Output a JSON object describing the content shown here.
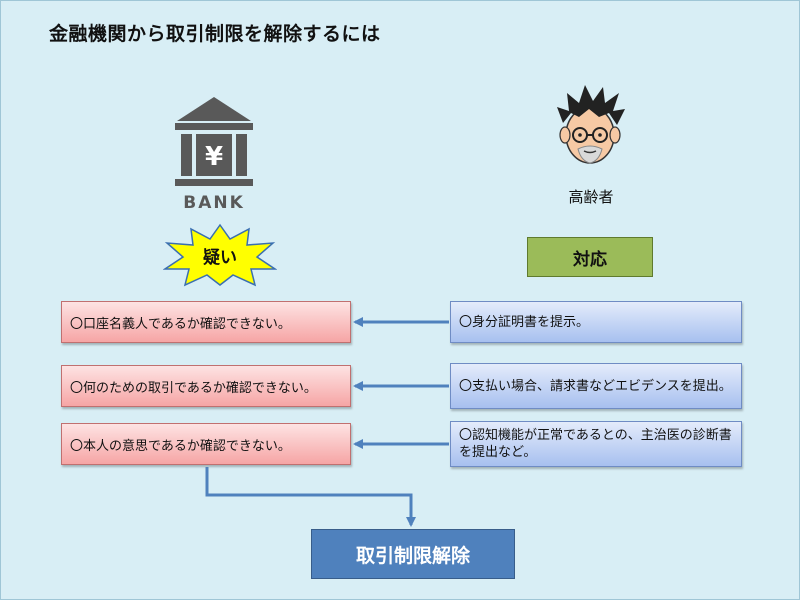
{
  "title": "金融機関から取引制限を解除するには",
  "bank": {
    "icon": "bank-icon",
    "label": "BANK",
    "symbol": "¥"
  },
  "elder": {
    "icon": "elderly-person-icon",
    "label": "高齢者"
  },
  "doubt_header": "疑い",
  "response_header": "対応",
  "doubts": [
    "〇口座名義人であるか確認できない。",
    "〇何のための取引であるか確認できない。",
    "〇本人の意思であるか確認できない。"
  ],
  "responses": [
    "〇身分証明書を提示。",
    "〇支払い場合、請求書などエビデンスを提出。",
    "〇認知機能が正常であるとの、主治医の診断書を提出など。"
  ],
  "result": "取引制限解除",
  "colors": {
    "background": "#d8eef5",
    "doubt_box": "#f6a5a5",
    "response_box": "#a7c0ef",
    "header_green": "#9bbb59",
    "result_blue": "#4f81bd",
    "arrow": "#4f81bd",
    "burst_yellow": "#ffff00"
  }
}
